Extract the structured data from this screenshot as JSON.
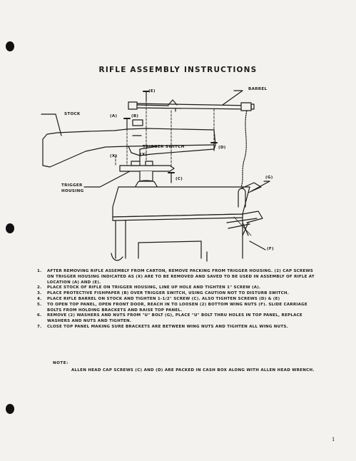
{
  "title": "RIFLE ASSEMBLY INSTRUCTIONS",
  "labels": {
    "barrel": "BARREL",
    "stock": "STOCK",
    "e": "(E)",
    "a": "(A)",
    "b": "(B)",
    "trigger_switch": "TRIGGER SWITCH",
    "x_left": "(X)",
    "x_right": "(X)",
    "d": "(D)",
    "c": "(C)",
    "g": "(G)",
    "trigger": "TRIGGER",
    "housing": "HOUSING",
    "f": "(F)"
  },
  "steps": [
    {
      "num": "1.",
      "text": "AFTER REMOVING RIFLE ASSEMBLY FROM CARTON, REMOVE PACKING FROM TRIGGER HOUSING. (2) CAP SCREWS ON TRIGGER HOUSING INDICATED AS (X) ARE TO BE REMOVED AND SAVED TO BE USED IN ASSEMBLY OF RIFLE AT LOCATION (A) AND (E)."
    },
    {
      "num": "2.",
      "text": "PLACE STOCK OF RIFLE ON TRIGGER HOUSING, LINE UP HOLE AND TIGHTEN 1\" SCREW (A)."
    },
    {
      "num": "3.",
      "text": "PLACE PROTECTIVE FISHPAPER (B) OVER TRIGGER SWITCH, USING CAUTION NOT TO DISTURB SWITCH."
    },
    {
      "num": "4.",
      "text": "PLACE RIFLE BARREL ON STOCK AND TIGHTEN 1-1/2\" SCREW (C). ALSO TIGHTEN SCREWS (D) & (E)"
    },
    {
      "num": "5.",
      "text": "TO OPEN TOP PANEL, OPEN FRONT DOOR, REACH IN TO LOOSEN (2) BOTTOM WING NUTS (F). SLIDE CARRIAGE BOLTS FROM HOLDING BRACKETS AND RAISE TOP PANEL."
    },
    {
      "num": "6.",
      "text": "REMOVE (2) WASHERS AND NUTS FROM \"U\" BOLT (G), PLACE \"U\" BOLT THRU HOLES IN TOP PANEL, REPLACE WASHERS AND NUTS AND TIGHTEN."
    },
    {
      "num": "7.",
      "text": "CLOSE TOP PANEL MAKING SURE BRACKETS ARE BETWEEN WING NUTS AND TIGHTEN ALL WING NUTS."
    }
  ],
  "note": {
    "heading": "NOTE:",
    "text": "ALLEN HEAD CAP SCREWS (C) AND (D) ARE PACKED IN CASH BOX ALONG WITH ALLEN HEAD WRENCH."
  },
  "page_number": "1"
}
